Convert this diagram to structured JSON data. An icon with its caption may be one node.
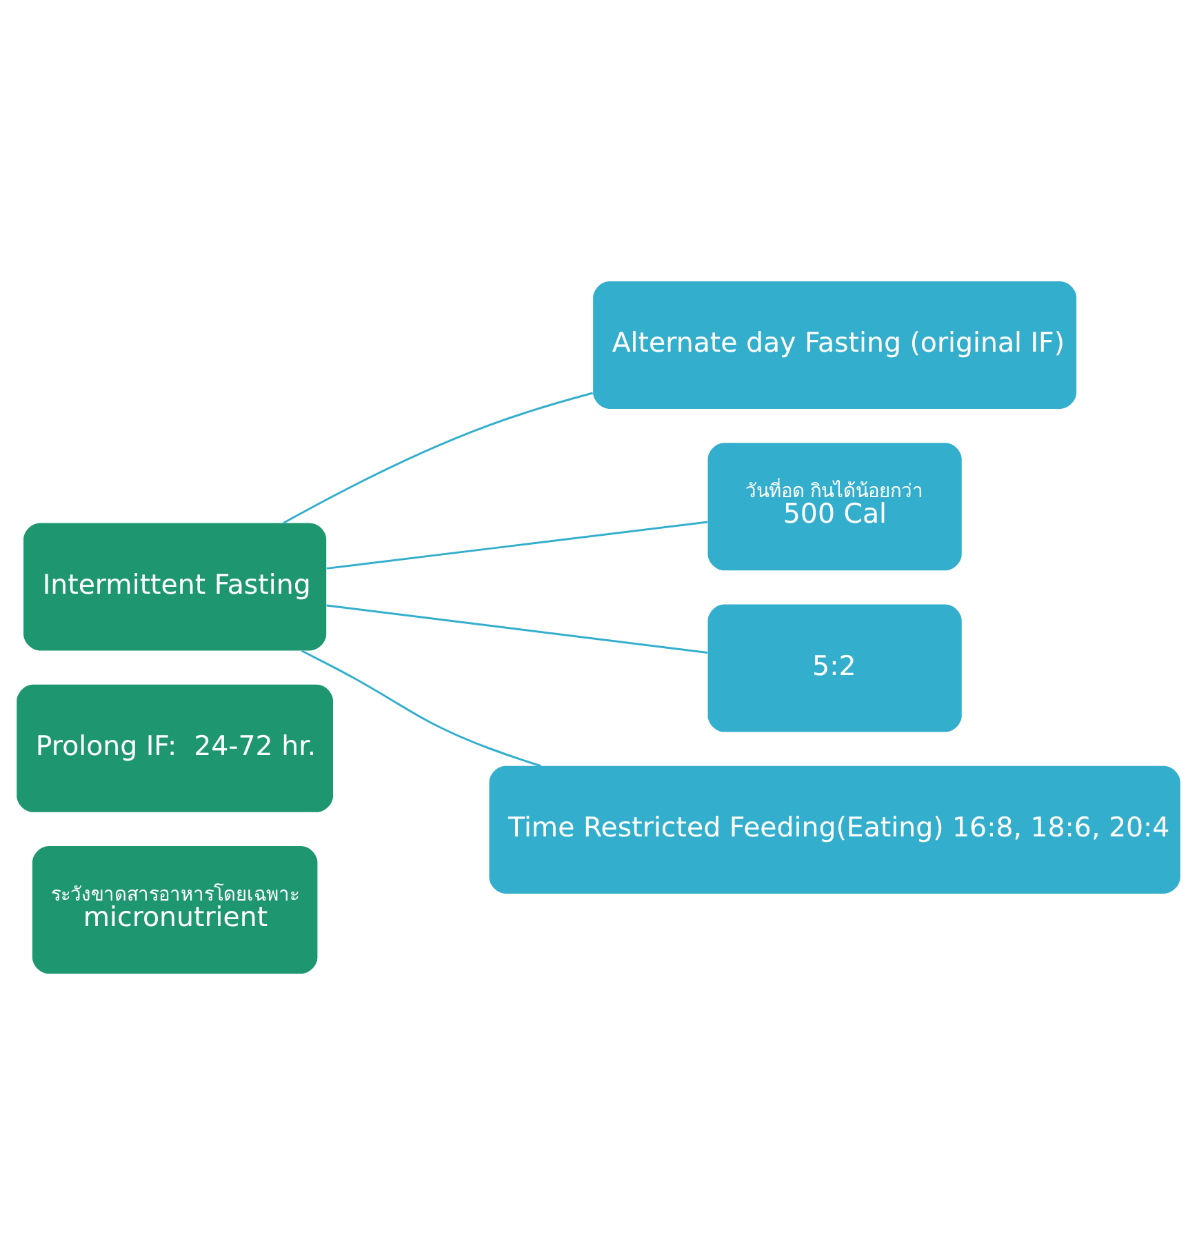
{
  "diagram": {
    "nodes": [
      {
        "text": [
          "Intermittent Fasting"
        ]
      },
      {
        "text": [
          "Prolong IF:  24-72 hr."
        ]
      },
      {
        "text": [
          "ระวังขาดสารอาหารโดยเฉพาะ",
          "micronutrient"
        ]
      },
      {
        "text": [
          "Alternate day Fasting (original IF)"
        ]
      },
      {
        "text": [
          "วันที่อด กินได้น้อยกว่า",
          "500 Cal"
        ]
      },
      {
        "text": [
          "5:2"
        ]
      },
      {
        "text": [
          "Time Restricted Feeding(Eating) 16:8, 18:6, 20:4"
        ]
      }
    ],
    "edges": [
      {
        "from": 0,
        "to": 3,
        "arrow": "none"
      },
      {
        "from": 0,
        "to": 4,
        "arrow": "none"
      },
      {
        "from": 0,
        "to": 5,
        "arrow": "none"
      },
      {
        "from": 0,
        "to": 6,
        "arrow": "none"
      }
    ]
  }
}
